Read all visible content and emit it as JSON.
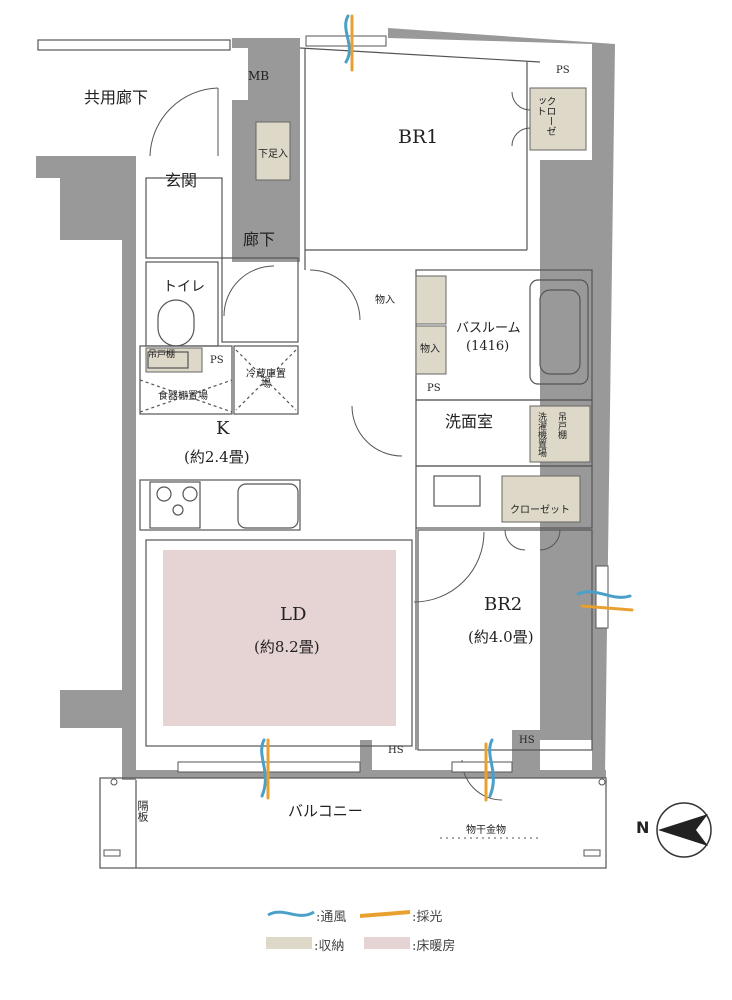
{
  "rooms": {
    "common_corridor": "共用廊下",
    "mb": "MB",
    "entrance": "玄関",
    "shoe_storage": "下足入",
    "hallway": "廊下",
    "toilet": "トイレ",
    "hanging_shelf_toilet": "吊戸棚",
    "ps_toilet": "PS",
    "fridge": "冷蔵庫置場",
    "pantry": "食器棚置場",
    "kitchen": "K",
    "kitchen_size": "(約2.4畳)",
    "ld": "LD",
    "ld_size": "(約8.2畳)",
    "br1": "BR1",
    "ps_br1": "PS",
    "closet_br1": "クローゼット",
    "storage1": "物入",
    "storage2": "物入",
    "bathroom": "バスルーム",
    "bathroom_size": "(1416)",
    "ps_bath": "PS",
    "washroom": "洗面室",
    "laundry": "洗濯機置場",
    "hanging_shelf_wash": "吊戸棚",
    "closet_br2": "クローゼット",
    "br2": "BR2",
    "br2_size": "(約4.0畳)",
    "hs1": "HS",
    "hs2": "HS",
    "balcony": "バルコニー",
    "partition": "隔板",
    "clothes_dryer": "物干金物"
  },
  "compass": {
    "label": "N"
  },
  "legend": {
    "ventilation": ":通風",
    "daylight": ":採光",
    "storage": ":収納",
    "floor_heating": ":床暖房"
  },
  "colors": {
    "wall": "#999999",
    "storage": "#ddd8c8",
    "floor_heating": "#e6d3d3",
    "ventilation": "#4aa0c8",
    "daylight": "#e8a030"
  }
}
